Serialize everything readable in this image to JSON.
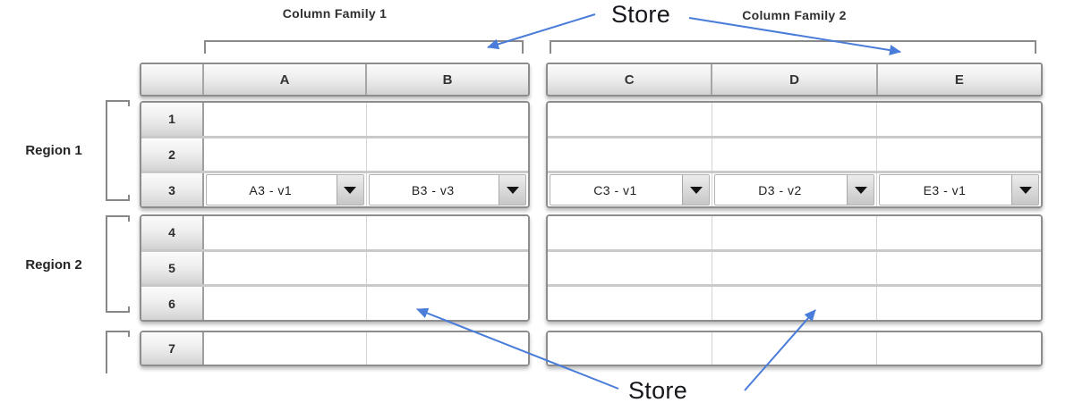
{
  "labels": {
    "store_top": "Store",
    "store_bottom": "Store",
    "column_family_1": "Column Family 1",
    "column_family_2": "Column Family 2",
    "region_1": "Region 1",
    "region_2": "Region 2"
  },
  "table": {
    "left_columns": [
      "A",
      "B"
    ],
    "right_columns": [
      "C",
      "D",
      "E"
    ],
    "row_numbers_region_1": [
      "1",
      "2",
      "3"
    ],
    "row_numbers_region_2": [
      "4",
      "5",
      "6"
    ],
    "row_numbers_tail": [
      "7"
    ],
    "row3_cells": {
      "A": "A3 - v1",
      "B": "B3 - v3",
      "C": "C3 - v1",
      "D": "D3 - v2",
      "E": "E3 - v1"
    }
  },
  "colors": {
    "arrow_blue": "#4a7cd9",
    "bracket_gray": "#878787",
    "panel_border": "#8d8d8d"
  }
}
